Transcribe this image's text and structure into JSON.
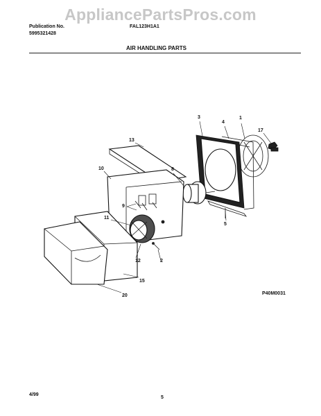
{
  "watermark": "AppliancePartsPros.com",
  "header": {
    "publication_label": "Publication No.",
    "publication_number": "5995321428",
    "model": "FAL123H1A1",
    "section_title": "AIR HANDLING PARTS"
  },
  "diagram": {
    "callouts": [
      "1",
      "2",
      "3",
      "4",
      "5",
      "8",
      "9",
      "10",
      "11",
      "12",
      "13",
      "15",
      "17",
      "20"
    ],
    "code": "P40M0031"
  },
  "footer": {
    "date": "4/99",
    "page": "5"
  }
}
